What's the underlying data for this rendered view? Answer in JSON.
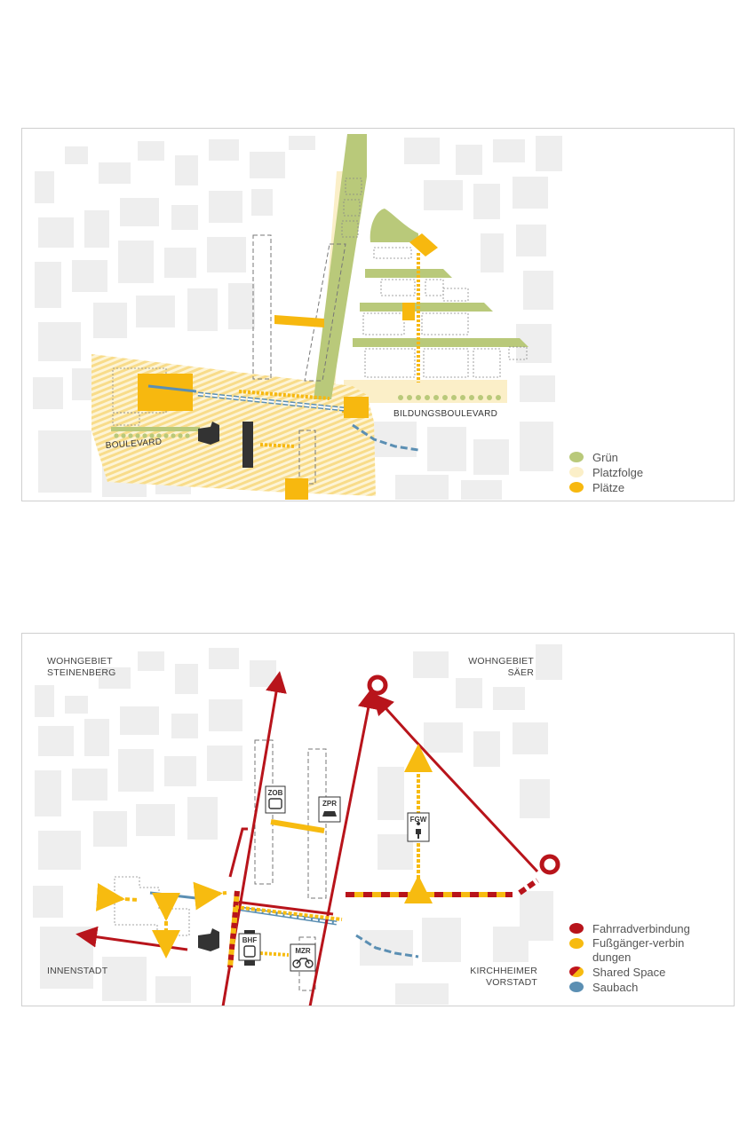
{
  "colors": {
    "gruen": "#b9c97a",
    "platzfolge": "#fbefc8",
    "plaetze": "#f7b80f",
    "rad": "#b8141b",
    "fuss": "#f7bb10",
    "saubach": "#5b8fb3",
    "building": "#eeeeee",
    "dark": "#333333"
  },
  "map1": {
    "labels": {
      "bildungsboulevard": "BILDUNGSBOULEVARD",
      "boulevard": "BOULEVARD"
    },
    "legend": [
      {
        "label": "Grün",
        "color": "#b9c97a"
      },
      {
        "label": "Platzfolge",
        "color": "#fbefc8"
      },
      {
        "label": "Plätze",
        "color": "#f7b80f"
      }
    ]
  },
  "map2": {
    "areas": {
      "nw": [
        "WOHNGEBIET",
        "STEINENBERG"
      ],
      "ne": [
        "WOHNGEBIET",
        "SÄER"
      ],
      "sw": [
        "INNENSTADT"
      ],
      "se": [
        "KIRCHHEIMER",
        "VORSTADT"
      ]
    },
    "icons": {
      "zob": "ZOB",
      "zpr": "ZPR",
      "fgw": "FGW",
      "bhf": "BHF",
      "mzr": "MZR"
    },
    "legend": [
      {
        "label": "Fahrradverbindung",
        "color": "#b8141b"
      },
      {
        "label": "Fußgänger-verbindungen",
        "color": "#f7bb10"
      },
      {
        "label": "Shared Space",
        "color": "split"
      },
      {
        "label": "Saubach",
        "color": "#5b8fb3"
      }
    ]
  }
}
